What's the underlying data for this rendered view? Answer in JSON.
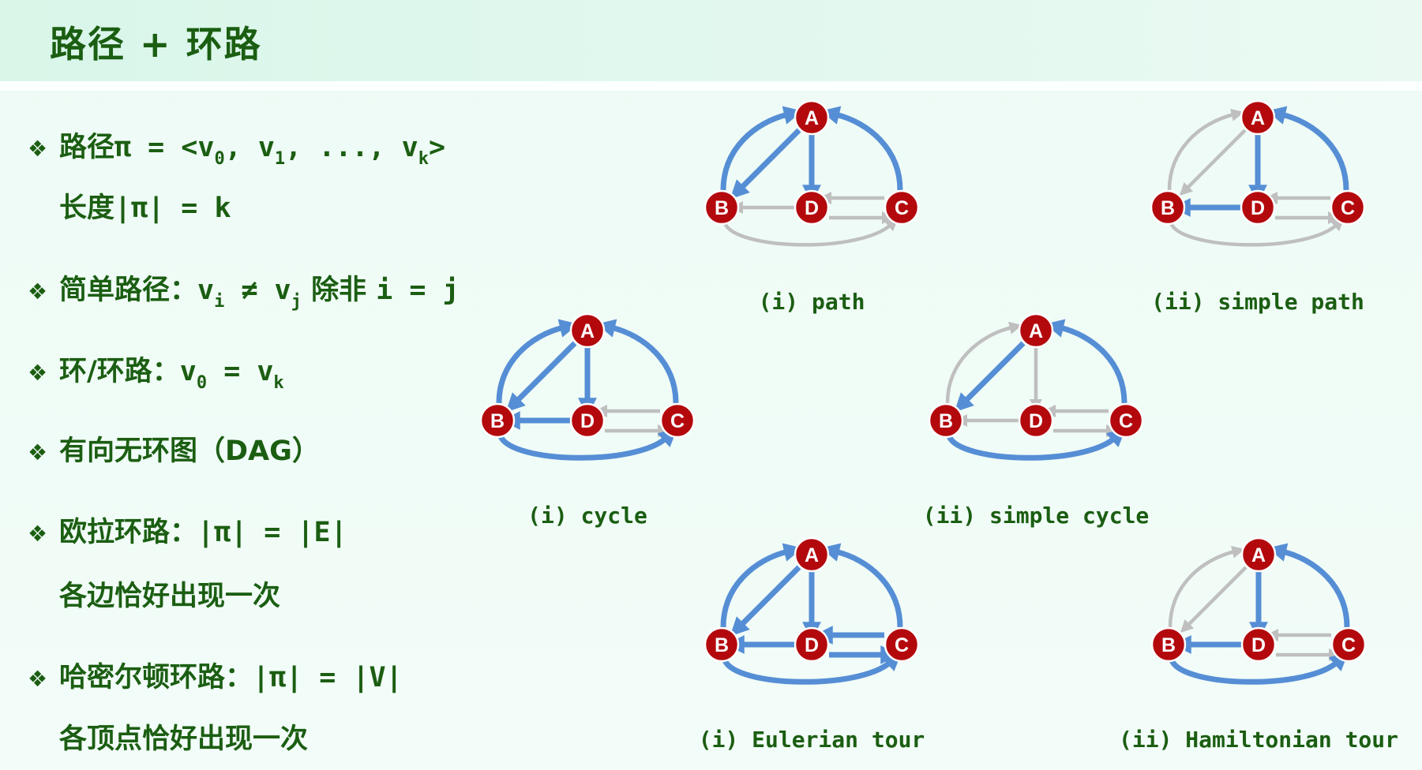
{
  "title": "路径 + 环路",
  "colors": {
    "text": "#1b5e12",
    "node": "#b3090d",
    "highlight": "#558ed5",
    "edge": "#bfbfbf"
  },
  "bullet_icon": "diamond-bullet-icon",
  "lines": [
    {
      "bullet": true,
      "parts": [
        {
          "t": "路径"
        },
        {
          "t": "π = <v",
          "m": 1
        },
        {
          "s": "0"
        },
        {
          "t": ", v",
          "m": 1
        },
        {
          "s": "1"
        },
        {
          "t": ", ..., v",
          "m": 1
        },
        {
          "s": "k"
        },
        {
          "t": ">",
          "m": 1
        }
      ]
    },
    {
      "bullet": false,
      "parts": [
        {
          "t": "长度"
        },
        {
          "t": "|π| = k",
          "m": 1
        }
      ]
    },
    {
      "bullet": true,
      "parts": [
        {
          "t": "简单路径："
        },
        {
          "t": "v",
          "m": 1
        },
        {
          "s": "i"
        },
        {
          "t": " ≠ v",
          "m": 1
        },
        {
          "s": "j"
        },
        {
          "t": " 除非 "
        },
        {
          "t": "i = j",
          "m": 1
        }
      ]
    },
    {
      "bullet": true,
      "parts": [
        {
          "t": "环/环路："
        },
        {
          "t": "v",
          "m": 1
        },
        {
          "s": "0"
        },
        {
          "t": " = v",
          "m": 1
        },
        {
          "s": "k"
        }
      ]
    },
    {
      "bullet": true,
      "parts": [
        {
          "t": "有向无环图（DAG）"
        }
      ]
    },
    {
      "bullet": true,
      "parts": [
        {
          "t": "欧拉环路："
        },
        {
          "t": "|π| = |E|",
          "m": 1
        }
      ]
    },
    {
      "bullet": false,
      "parts": [
        {
          "t": "各边恰好出现一次"
        }
      ]
    },
    {
      "bullet": true,
      "parts": [
        {
          "t": "哈密尔顿环路："
        },
        {
          "t": "|π| = |V|",
          "m": 1
        }
      ]
    },
    {
      "bullet": false,
      "parts": [
        {
          "t": "各顶点恰好出现一次"
        }
      ]
    }
  ],
  "node_labels": {
    "A": "A",
    "B": "B",
    "C": "C",
    "D": "D"
  },
  "graphs": [
    {
      "caption": "(i) path",
      "highlighted": [
        "BA",
        "AB",
        "AD",
        "CA"
      ]
    },
    {
      "caption": "(ii) simple path",
      "highlighted": [
        "CA",
        "AD",
        "DB"
      ]
    },
    {
      "caption": "(i) cycle",
      "highlighted": [
        "BA",
        "AB",
        "AD",
        "DB",
        "CA",
        "BC"
      ]
    },
    {
      "caption": "(ii) simple cycle",
      "highlighted": [
        "CA",
        "AB",
        "BC"
      ]
    },
    {
      "caption": "(i) Eulerian tour",
      "highlighted": [
        "BA",
        "AB",
        "AD",
        "DB",
        "CA",
        "CD",
        "DC",
        "BC"
      ]
    },
    {
      "caption": "(ii) Hamiltonian tour",
      "highlighted": [
        "CA",
        "AD",
        "DB",
        "BC"
      ]
    }
  ]
}
